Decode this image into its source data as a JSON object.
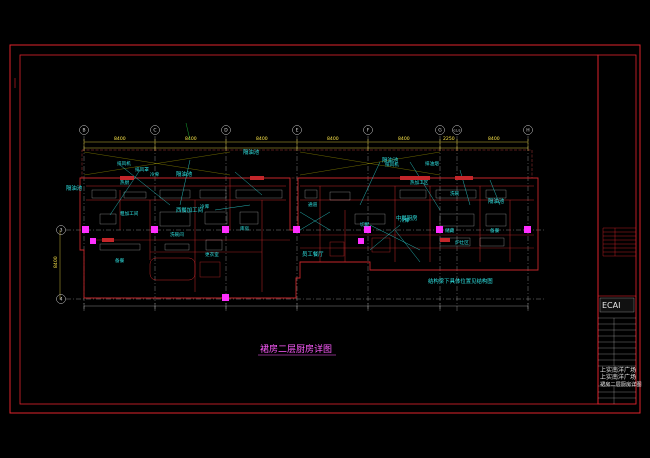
{
  "drawing": {
    "title": "裙房二层厨房详图",
    "colors": {
      "background": "#000000",
      "frame": "#e0242c",
      "grid": "#d8d8d8",
      "wall": "#c4262a",
      "annotation": "#2fe3e3",
      "dimension": "#ffe84a",
      "column": "#ff2fff",
      "title": "#ff5cff"
    }
  },
  "grid_axes": {
    "top": [
      "B",
      "C",
      "D",
      "E",
      "F",
      "G",
      "G1/2",
      "H"
    ],
    "left": [
      "3",
      "4"
    ]
  },
  "dimensions": {
    "spans": [
      "8400",
      "8400",
      "8400",
      "8400",
      "8400",
      "2250",
      "8400"
    ],
    "side": "8400"
  },
  "labels": {
    "label_1": "隔油池",
    "label_2": "隔油池",
    "label_3": "隔油池",
    "label_4": "隔油池",
    "label_5": "隔油池",
    "label_6": "西餐加工间",
    "label_7": "中餐厨房",
    "label_8": "员工餐厅",
    "label_9": "结构梁下具体位置见结构图"
  },
  "title_block": {
    "project_name_1": "上实南洋广场",
    "project_name_2": "上实南洋广场",
    "sheet_title": "裙房二层厨房详图"
  }
}
